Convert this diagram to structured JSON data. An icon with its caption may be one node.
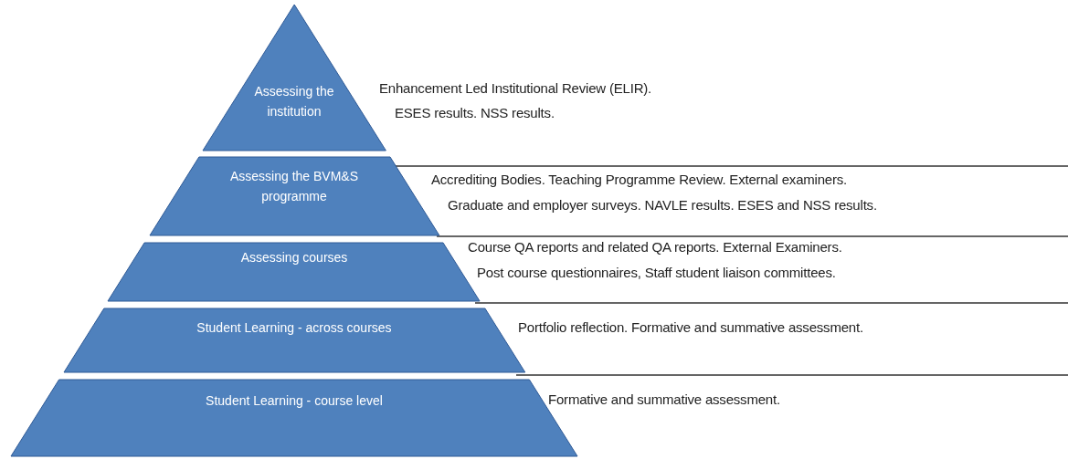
{
  "diagram": {
    "nodes": [
      {
        "text": [
          "Assessing the institution"
        ],
        "beside": [
          "Enhancement Led Institutional Review (ELIR).",
          "ESES results. NSS results."
        ]
      },
      {
        "text": [
          "Assessing the BVM&S programme"
        ],
        "beside": [
          "Accrediting Bodies. Teaching Programme Review. External examiners.",
          "Graduate and employer surveys. NAVLE results. ESES and NSS results."
        ]
      },
      {
        "text": [
          "Assessing courses"
        ],
        "beside": [
          "Course QA reports and related QA reports. External Examiners.",
          "Post course questionnaires, Staff student liaison committees."
        ]
      },
      {
        "text": [
          "Student Learning - across courses"
        ],
        "beside": [
          "Portfolio reflection. Formative and summative assessment."
        ]
      },
      {
        "text": [
          "Student Learning - course level"
        ],
        "beside": [
          "Formative and summative assessment."
        ]
      }
    ]
  }
}
